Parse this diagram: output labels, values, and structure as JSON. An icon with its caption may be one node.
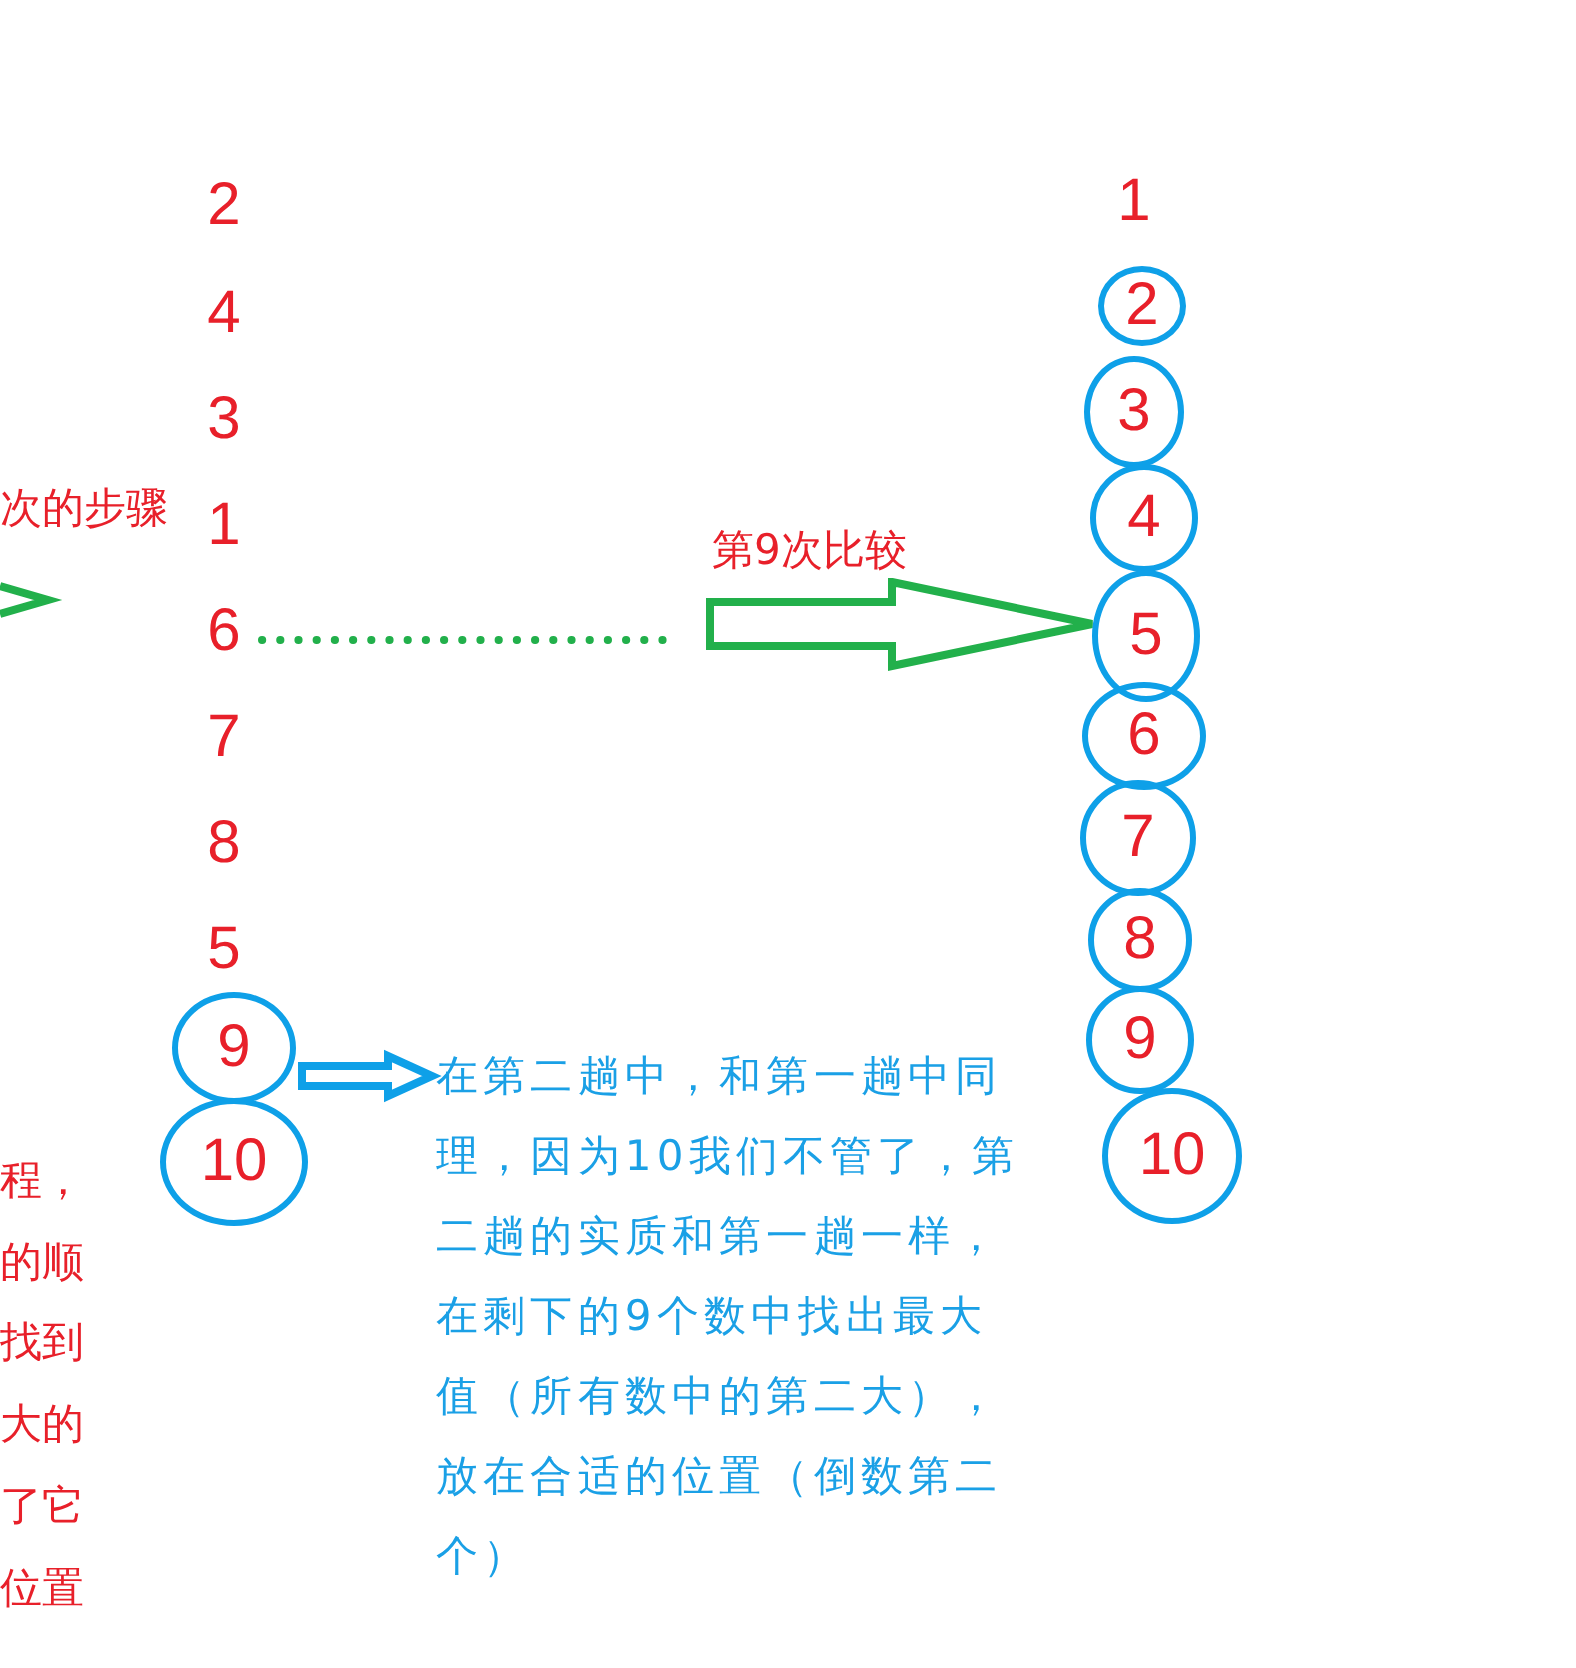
{
  "diagram": {
    "nodes": [
      {
        "text": [
          "2"
        ]
      },
      {
        "text": [
          "4"
        ]
      },
      {
        "text": [
          "3"
        ]
      },
      {
        "text": [
          "1"
        ]
      },
      {
        "text": [
          "6"
        ]
      },
      {
        "text": [
          "7"
        ]
      },
      {
        "text": [
          "8"
        ]
      },
      {
        "text": [
          "5"
        ]
      },
      {
        "text": [
          "9"
        ]
      },
      {
        "text": [
          "10"
        ]
      },
      {
        "text": [
          "1"
        ]
      },
      {
        "text": [
          "2"
        ]
      },
      {
        "text": [
          "3"
        ]
      },
      {
        "text": [
          "4"
        ]
      },
      {
        "text": [
          "5"
        ]
      },
      {
        "text": [
          "6"
        ]
      },
      {
        "text": [
          "7"
        ]
      },
      {
        "text": [
          "8"
        ]
      },
      {
        "text": [
          "9"
        ]
      },
      {
        "text": [
          "10"
        ]
      },
      {
        "text": [
          "在第二趟中，和第一趟中同理，因为10我们不管了，第二趟的实质和第一趟一样，在剩下的9个数中找出最大值（所有数中的第二大），放在合适的位置（倒数第二个）"
        ]
      }
    ],
    "edges": [
      {
        "from": 8,
        "to": 20,
        "arrow": "to",
        "style": "thick",
        "color": "#0ea0e8"
      },
      {
        "from": 4,
        "to": null,
        "arrow": "none",
        "style": "dashed",
        "color": "#22b04b"
      },
      {
        "from": null,
        "to": 14,
        "arrow": "to",
        "label": "第9次比较",
        "style": "thick",
        "color": "#22b04b"
      }
    ],
    "labels": [
      "次的步骤",
      "程，",
      "的顺",
      "找到",
      "大的",
      "了它",
      "位置"
    ]
  }
}
